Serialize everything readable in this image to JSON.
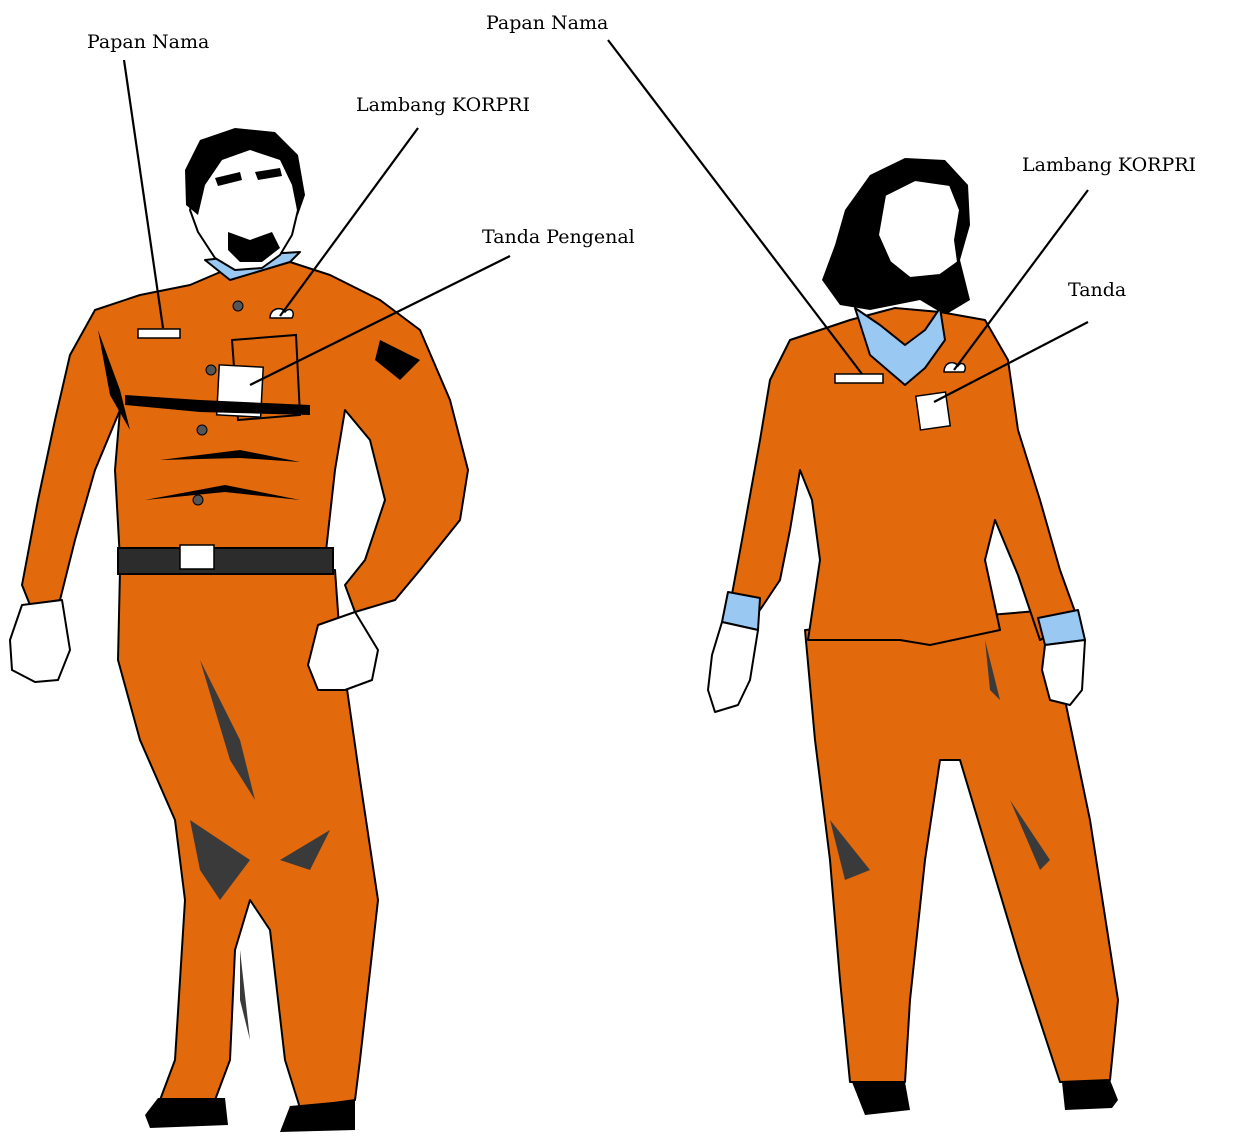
{
  "colors": {
    "uniform": "#e2690c",
    "collar": "#99c8f2",
    "outline": "#000000",
    "badge": "#ffffff",
    "hair": "#000000"
  },
  "figures": [
    {
      "id": "man",
      "labels": {
        "name_plate": "Papan Nama",
        "korpri_emblem": "Lambang KORPRI",
        "id_tag": "Tanda Pengenal"
      }
    },
    {
      "id": "woman",
      "labels": {
        "name_plate": "Papan Nama",
        "korpri_emblem": "Lambang KORPRI",
        "id_tag": "Tanda"
      }
    }
  ]
}
